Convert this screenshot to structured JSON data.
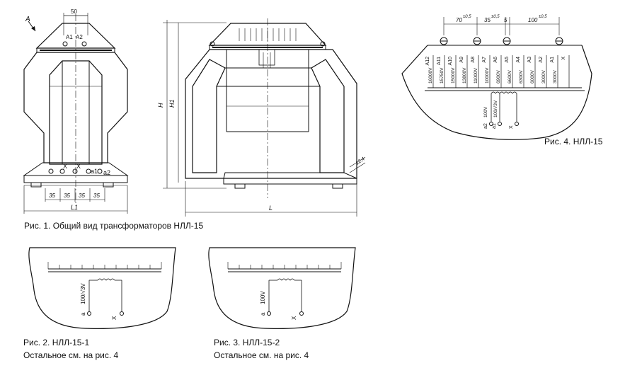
{
  "captions": {
    "fig1": "Рис. 1. Общий вид трансформаторов НЛЛ-15",
    "fig2_title": "Рис. 2. НЛЛ-15-1",
    "fig2_note": "Остальное см. на рис. 4",
    "fig3_title": "Рис. 3. НЛЛ-15-2",
    "fig3_note": "Остальное см. на рис. 4",
    "fig4": "Рис. 4. НЛЛ-15"
  },
  "fig1": {
    "view_label": "A",
    "dim_top": "50",
    "label_a1": "A1",
    "label_a2": "A2",
    "label_x1": "X",
    "label_x2": "X",
    "label_a1_low": "a1",
    "label_a2_low": "a2",
    "pitch": [
      "35",
      "35",
      "35",
      "35"
    ],
    "dim_l1": "L1",
    "dim_l": "L",
    "dim_h": "H",
    "dim_h1": "H1",
    "dim_side": "12,4"
  },
  "fig4": {
    "dim_left": "70",
    "dim_left_tol": "±0,5",
    "dim_mid": "35",
    "dim_mid_tol": "±0,5",
    "dim_small": "5",
    "dim_right": "100",
    "dim_right_tol": "±0,5",
    "taps": [
      "A12",
      "A11",
      "A10",
      "A9",
      "A8",
      "A7",
      "A6",
      "A5",
      "A4",
      "A3",
      "A2",
      "A1",
      "X"
    ],
    "voltages": [
      "16000V",
      "15750V",
      "15000V",
      "13800V",
      "11000V",
      "10000V",
      "6900V",
      "6600V",
      "6300V",
      "6000V",
      "3000V",
      "3000V"
    ],
    "secondary": [
      "a2",
      "a1",
      "X"
    ],
    "sec_labels": [
      "100V",
      "100/√3V"
    ]
  },
  "fig2": {
    "labels": [
      "a",
      "X"
    ],
    "voltage": "100/√3V"
  },
  "fig3": {
    "labels": [
      "a",
      "X"
    ],
    "voltage": "100V"
  }
}
